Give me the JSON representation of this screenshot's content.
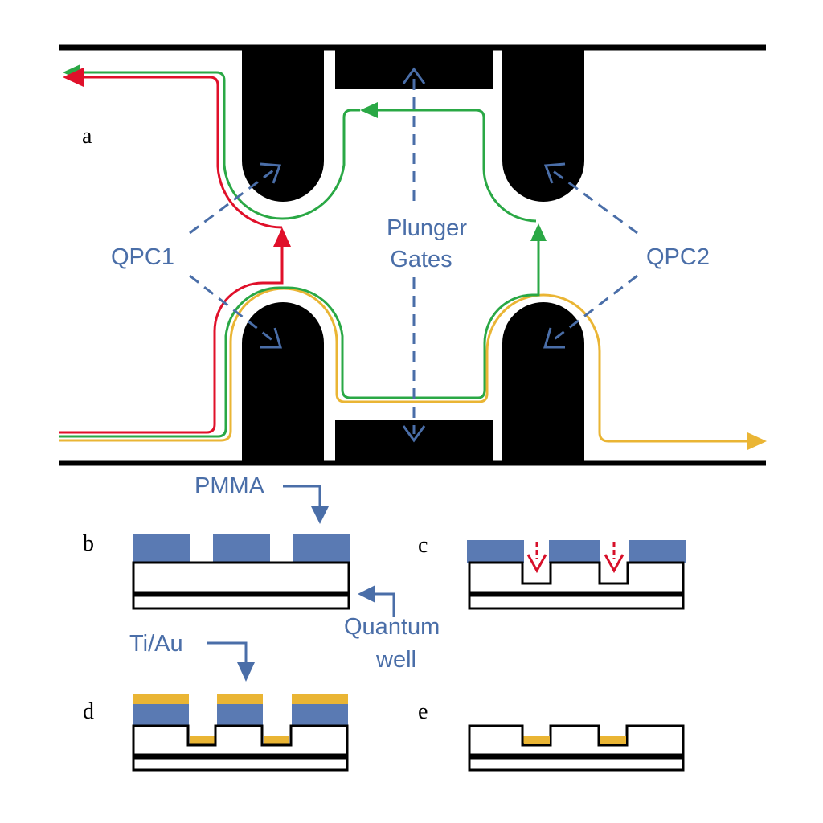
{
  "labels": {
    "panel_a": "a",
    "panel_b": "b",
    "panel_c": "c",
    "panel_d": "d",
    "panel_e": "e",
    "qpc1": "QPC1",
    "qpc2": "QPC2",
    "plunger_line1": "Plunger",
    "plunger_line2": "Gates",
    "pmma": "PMMA",
    "quantum_line1": "Quantum",
    "quantum_line2": "well",
    "tiau": "Ti/Au"
  },
  "colors": {
    "gate": "#000000",
    "label_blue": "#4a6ea8",
    "pmma": "#5a7ab3",
    "tiau": "#eab534",
    "edge_red": "#e0102a",
    "edge_green": "#2aa845",
    "edge_yellow": "#eab534",
    "etch_arrow": "#d7102a"
  }
}
